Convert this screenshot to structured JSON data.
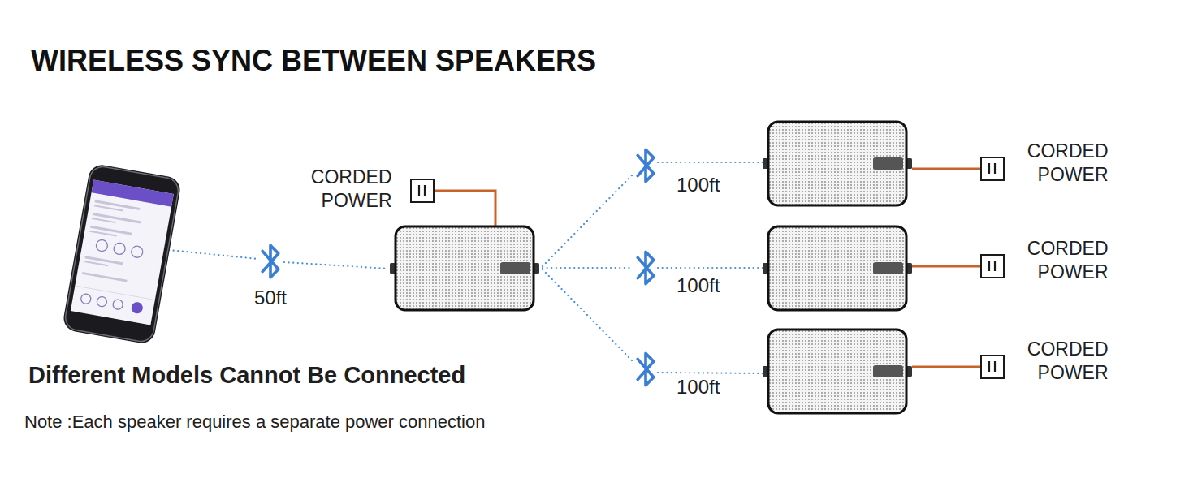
{
  "diagram": {
    "title": "WIRELESS SYNC BETWEEN SPEAKERS",
    "nodes": [
      {
        "text": [
          "CORDED POWER"
        ]
      },
      {
        "text": [
          "CORDED POWER"
        ]
      },
      {
        "text": [
          "CORDED POWER"
        ]
      },
      {
        "text": [
          "CORDED POWER"
        ]
      }
    ],
    "labels": [
      "50ft",
      "100ft",
      "100ft",
      "100ft",
      "Different Models Cannot Be Connected",
      "Note :Each speaker requires a separate power connection"
    ]
  }
}
